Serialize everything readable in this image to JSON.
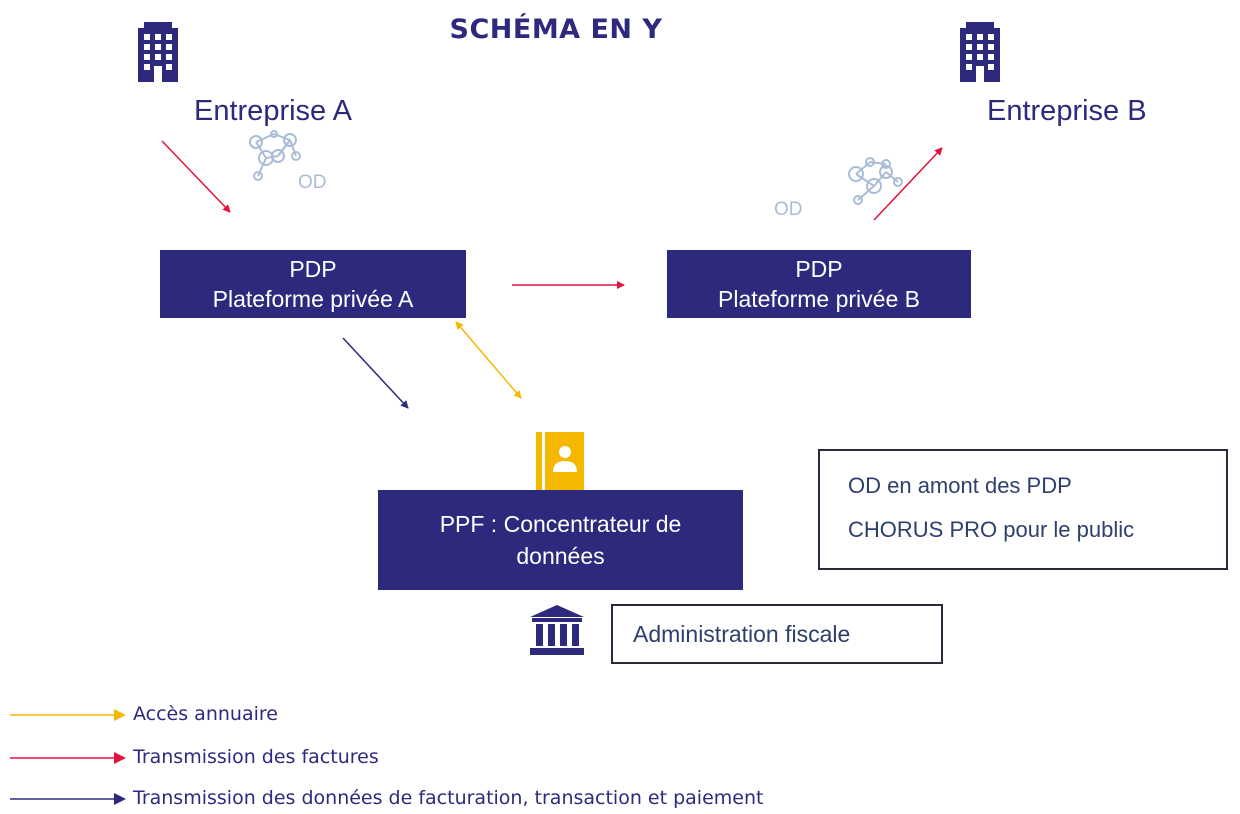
{
  "title": "SCHÉMA EN Y",
  "companies": {
    "a": {
      "label": "Entreprise A",
      "icon": "building-icon"
    },
    "b": {
      "label": "Entreprise B",
      "icon": "building-icon"
    }
  },
  "od_labels": {
    "a": "OD",
    "b": "OD"
  },
  "platforms": {
    "a": {
      "line1": "PDP",
      "line2": "Plateforme privée A"
    },
    "b": {
      "line1": "PDP",
      "line2": "Plateforme privée B"
    }
  },
  "ppf": {
    "label_line1": "PPF : Concentrateur de",
    "label_line2": "données",
    "icon": "address-book-icon"
  },
  "info_box": {
    "line1": "OD en amont des PDP",
    "line2": "CHORUS PRO pour le public"
  },
  "administration": {
    "label": "Administration fiscale",
    "icon": "government-building-icon"
  },
  "legend": [
    {
      "label": "Accès annuaire",
      "color": "#f5b800"
    },
    {
      "label": "Transmission des factures",
      "color": "#e3123a"
    },
    {
      "label": "Transmission des données de facturation, transaction et paiement",
      "color": "#2d2a7e"
    }
  ],
  "colors": {
    "primary": "#2d2a7e",
    "red": "#e3123a",
    "yellow": "#f5b800",
    "network": "#a9bcd8"
  }
}
